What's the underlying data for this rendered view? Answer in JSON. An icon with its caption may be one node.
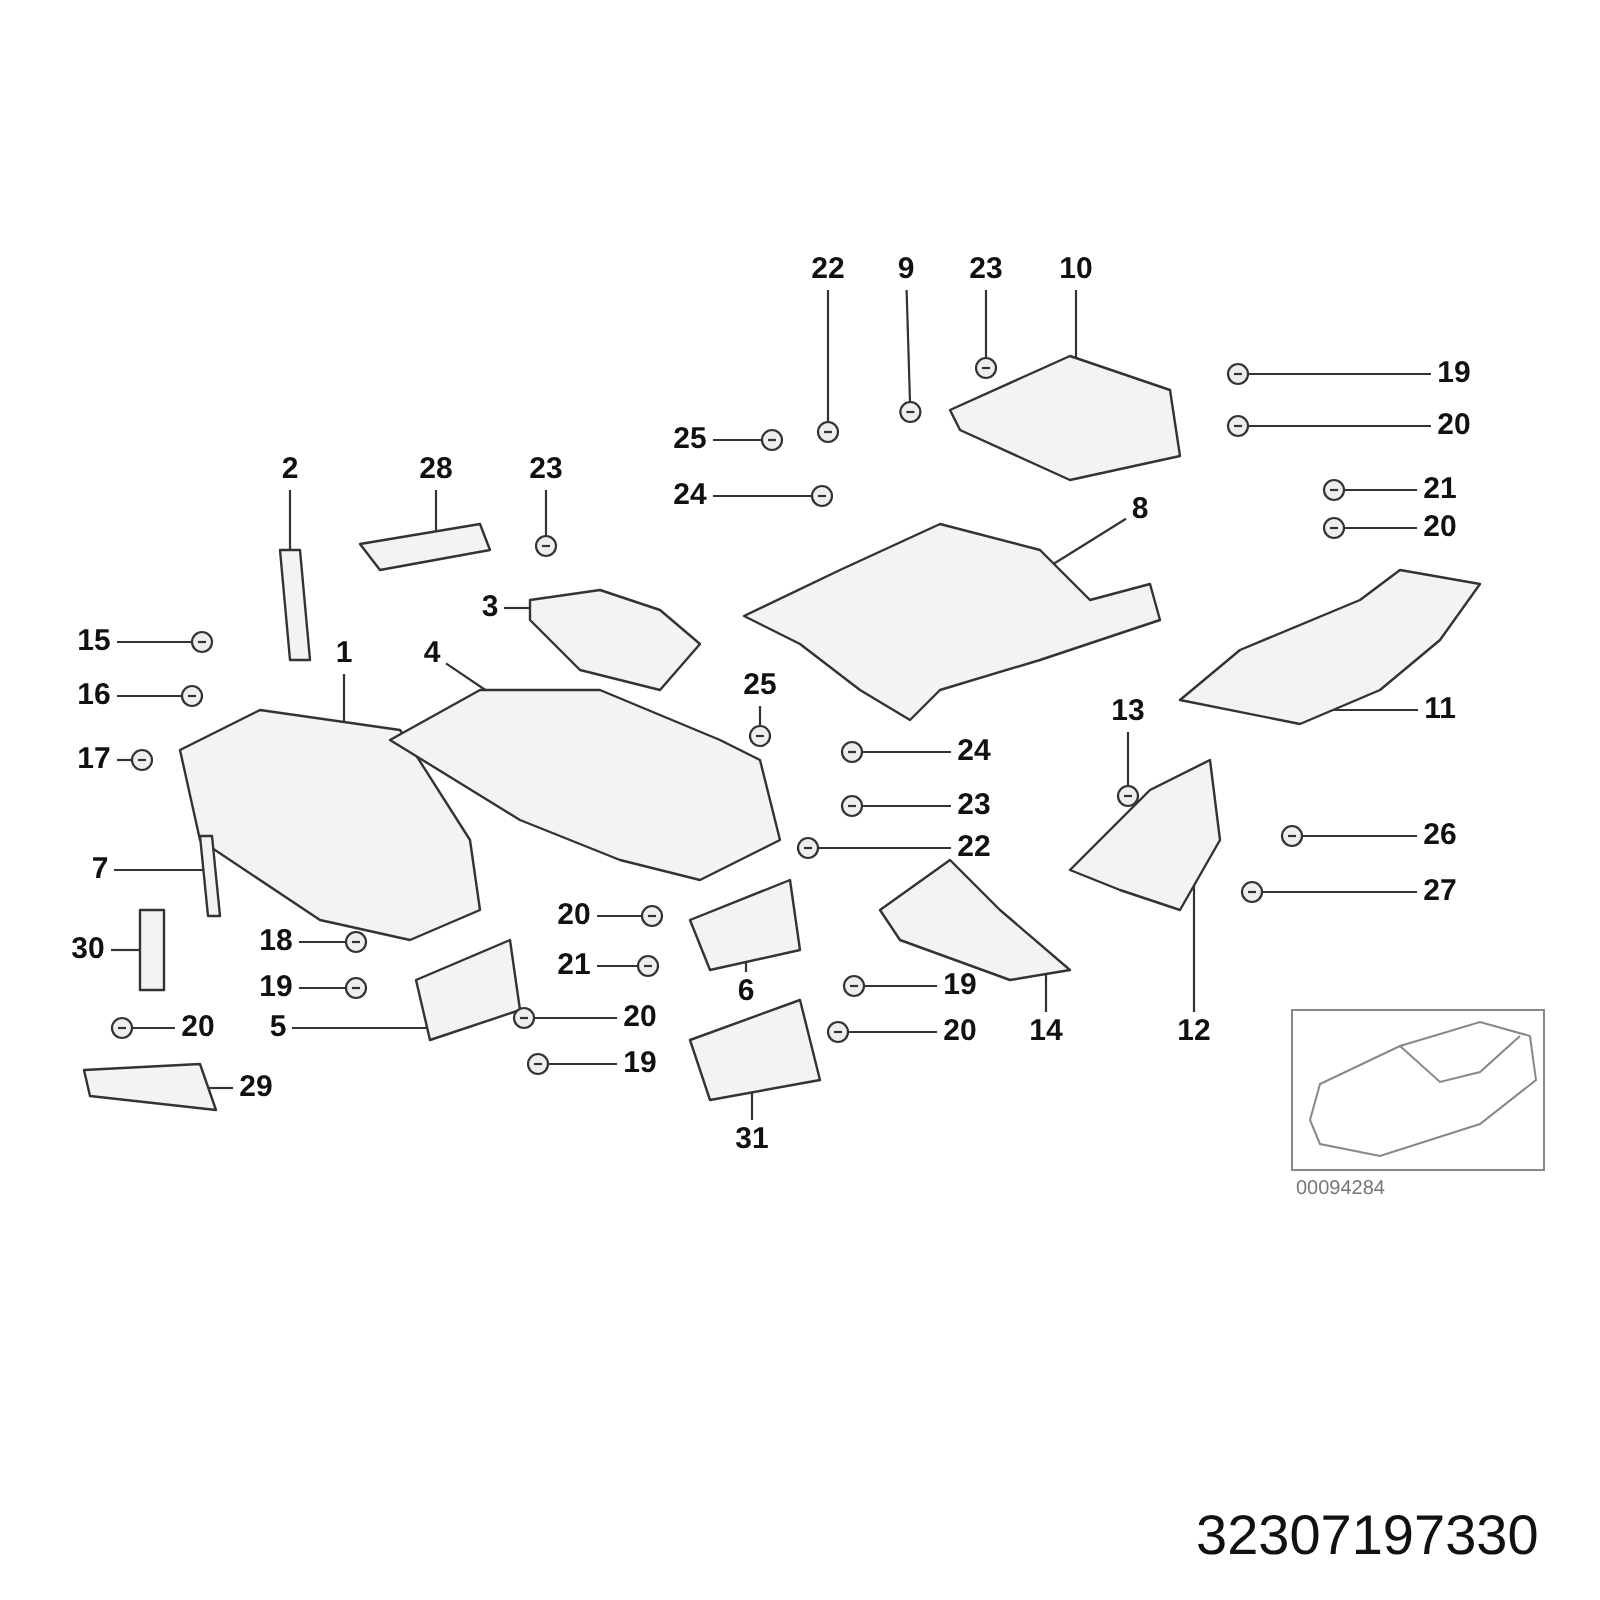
{
  "diagram": {
    "nodes": [
      {
        "text": [
          "22"
        ]
      },
      {
        "text": [
          "9"
        ]
      },
      {
        "text": [
          "23"
        ]
      },
      {
        "text": [
          "10"
        ]
      },
      {
        "text": [
          "19"
        ]
      },
      {
        "text": [
          "25"
        ]
      },
      {
        "text": [
          "20"
        ]
      },
      {
        "text": [
          "2"
        ]
      },
      {
        "text": [
          "28"
        ]
      },
      {
        "text": [
          "23"
        ]
      },
      {
        "text": [
          "24"
        ]
      },
      {
        "text": [
          "21"
        ]
      },
      {
        "text": [
          "8"
        ]
      },
      {
        "text": [
          "20"
        ]
      },
      {
        "text": [
          "3"
        ]
      },
      {
        "text": [
          "15"
        ]
      },
      {
        "text": [
          "1"
        ]
      },
      {
        "text": [
          "4"
        ]
      },
      {
        "text": [
          "16"
        ]
      },
      {
        "text": [
          "25"
        ]
      },
      {
        "text": [
          "13"
        ]
      },
      {
        "text": [
          "11"
        ]
      },
      {
        "text": [
          "17"
        ]
      },
      {
        "text": [
          "24"
        ]
      },
      {
        "text": [
          "23"
        ]
      },
      {
        "text": [
          "26"
        ]
      },
      {
        "text": [
          "7"
        ]
      },
      {
        "text": [
          "22"
        ]
      },
      {
        "text": [
          "27"
        ]
      },
      {
        "text": [
          "20"
        ]
      },
      {
        "text": [
          "18"
        ]
      },
      {
        "text": [
          "30"
        ]
      },
      {
        "text": [
          "21"
        ]
      },
      {
        "text": [
          "6"
        ]
      },
      {
        "text": [
          "19"
        ]
      },
      {
        "text": [
          "19"
        ]
      },
      {
        "text": [
          "14"
        ]
      },
      {
        "text": [
          "12"
        ]
      },
      {
        "text": [
          "20"
        ]
      },
      {
        "text": [
          "5"
        ]
      },
      {
        "text": [
          "20"
        ]
      },
      {
        "text": [
          "20"
        ]
      },
      {
        "text": [
          "29"
        ]
      },
      {
        "text": [
          "19"
        ]
      },
      {
        "text": [
          "31"
        ]
      },
      {
        "text": [],
        "shape": "picture"
      },
      {
        "text": [],
        "shape": "picture"
      },
      {
        "text": [],
        "shape": "picture"
      },
      {
        "text": [],
        "shape": "picture"
      },
      {
        "text": [],
        "shape": "picture"
      },
      {
        "text": [],
        "shape": "picture"
      },
      {
        "text": [],
        "shape": "picture"
      },
      {
        "text": [],
        "shape": "picture"
      },
      {
        "text": [],
        "shape": "picture"
      },
      {
        "text": [],
        "shape": "picture"
      },
      {
        "text": [],
        "shape": "picture"
      },
      {
        "text": [],
        "shape": "picture"
      },
      {
        "text": [],
        "shape": "picture"
      },
      {
        "text": [],
        "shape": "picture"
      },
      {
        "text": [],
        "shape": "picture"
      },
      {
        "text": [],
        "shape": "picture"
      },
      {
        "text": [],
        "shape": "picture"
      },
      {
        "text": [],
        "shape": "picture"
      },
      {
        "text": [],
        "shape": "picture"
      },
      {
        "text": [],
        "shape": "picture"
      },
      {
        "text": [],
        "shape": "picture"
      },
      {
        "text": [],
        "shape": "picture"
      },
      {
        "text": [],
        "shape": "picture"
      },
      {
        "text": [],
        "shape": "picture"
      },
      {
        "text": [],
        "shape": "picture"
      },
      {
        "text": [],
        "shape": "picture"
      },
      {
        "text": [],
        "shape": "picture"
      },
      {
        "text": [],
        "shape": "picture"
      },
      {
        "text": [],
        "shape": "picture"
      },
      {
        "text": [],
        "shape": "picture"
      },
      {
        "text": [],
        "shape": "picture"
      },
      {
        "text": [],
        "shape": "bar"
      },
      {
        "text": [],
        "shape": "picture"
      },
      {
        "text": [],
        "shape": "picture"
      },
      {
        "text": [],
        "shape": "picture"
      },
      {
        "text": [],
        "shape": "picture"
      },
      {
        "text": [],
        "shape": "picture"
      },
      {
        "text": [],
        "shape": "picture"
      },
      {
        "text": [],
        "shape": "picture"
      },
      {
        "text": [],
        "shape": "picture"
      },
      {
        "text": [],
        "shape": "picture"
      },
      {
        "text": [],
        "shape": "picture"
      },
      {
        "text": [],
        "shape": "picture"
      },
      {
        "text": [],
        "shape": "picture"
      },
      {
        "text": [],
        "shape": "picture"
      }
    ],
    "edges": [
      {
        "from": 0,
        "to": 45,
        "arrow": "none"
      },
      {
        "from": 1,
        "to": 46,
        "arrow": "none"
      },
      {
        "from": 2,
        "to": 47,
        "arrow": "none"
      },
      {
        "from": 3,
        "to": 48,
        "arrow": "none"
      },
      {
        "from": 4,
        "to": 49,
        "arrow": "none"
      },
      {
        "from": 5,
        "to": 50,
        "arrow": "none"
      },
      {
        "from": 6,
        "to": 51,
        "arrow": "none"
      },
      {
        "from": 7,
        "to": 52,
        "arrow": "none"
      },
      {
        "from": 8,
        "to": 53,
        "arrow": "none"
      },
      {
        "from": 9,
        "to": 54,
        "arrow": "none"
      },
      {
        "from": 10,
        "to": 55,
        "arrow": "none"
      },
      {
        "from": 11,
        "to": 56,
        "arrow": "none"
      },
      {
        "from": 12,
        "to": 57,
        "arrow": "none"
      },
      {
        "from": 13,
        "to": 58,
        "arrow": "none"
      },
      {
        "from": 14,
        "to": 59,
        "arrow": "none"
      },
      {
        "from": 15,
        "to": 60,
        "arrow": "none"
      },
      {
        "from": 16,
        "to": 61,
        "arrow": "none"
      },
      {
        "from": 17,
        "to": 62,
        "arrow": "none"
      },
      {
        "from": 18,
        "to": 63,
        "arrow": "none"
      },
      {
        "from": 19,
        "to": 64,
        "arrow": "none"
      },
      {
        "from": 20,
        "to": 65,
        "arrow": "none"
      },
      {
        "from": 21,
        "to": 66,
        "arrow": "none"
      },
      {
        "from": 22,
        "to": 67,
        "arrow": "none"
      },
      {
        "from": 23,
        "to": 68,
        "arrow": "none"
      },
      {
        "from": 24,
        "to": 69,
        "arrow": "none"
      },
      {
        "from": 25,
        "to": 70,
        "arrow": "none"
      },
      {
        "from": 26,
        "to": 71,
        "arrow": "none"
      },
      {
        "from": 27,
        "to": 72,
        "arrow": "none"
      },
      {
        "from": 28,
        "to": 73,
        "arrow": "none"
      },
      {
        "from": 29,
        "to": 74,
        "arrow": "none"
      },
      {
        "from": 30,
        "to": 75,
        "arrow": "none"
      },
      {
        "from": 31,
        "to": 76,
        "arrow": "none"
      },
      {
        "from": 32,
        "to": 77,
        "arrow": "none"
      },
      {
        "from": 33,
        "to": 78,
        "arrow": "none"
      },
      {
        "from": 34,
        "to": 79,
        "arrow": "none"
      },
      {
        "from": 35,
        "to": 80,
        "arrow": "none"
      },
      {
        "from": 36,
        "to": 81,
        "arrow": "none"
      },
      {
        "from": 37,
        "to": 82,
        "arrow": "none"
      },
      {
        "from": 38,
        "to": 83,
        "arrow": "none"
      },
      {
        "from": 39,
        "to": 84,
        "arrow": "none"
      },
      {
        "from": 40,
        "to": 85,
        "arrow": "none"
      },
      {
        "from": 41,
        "to": 86,
        "arrow": "none"
      },
      {
        "from": 42,
        "to": 87,
        "arrow": "none"
      },
      {
        "from": 43,
        "to": 88,
        "arrow": "none"
      },
      {
        "from": 44,
        "to": 89,
        "arrow": "none"
      }
    ],
    "labels": [
      "00094284",
      "32307197330"
    ]
  }
}
